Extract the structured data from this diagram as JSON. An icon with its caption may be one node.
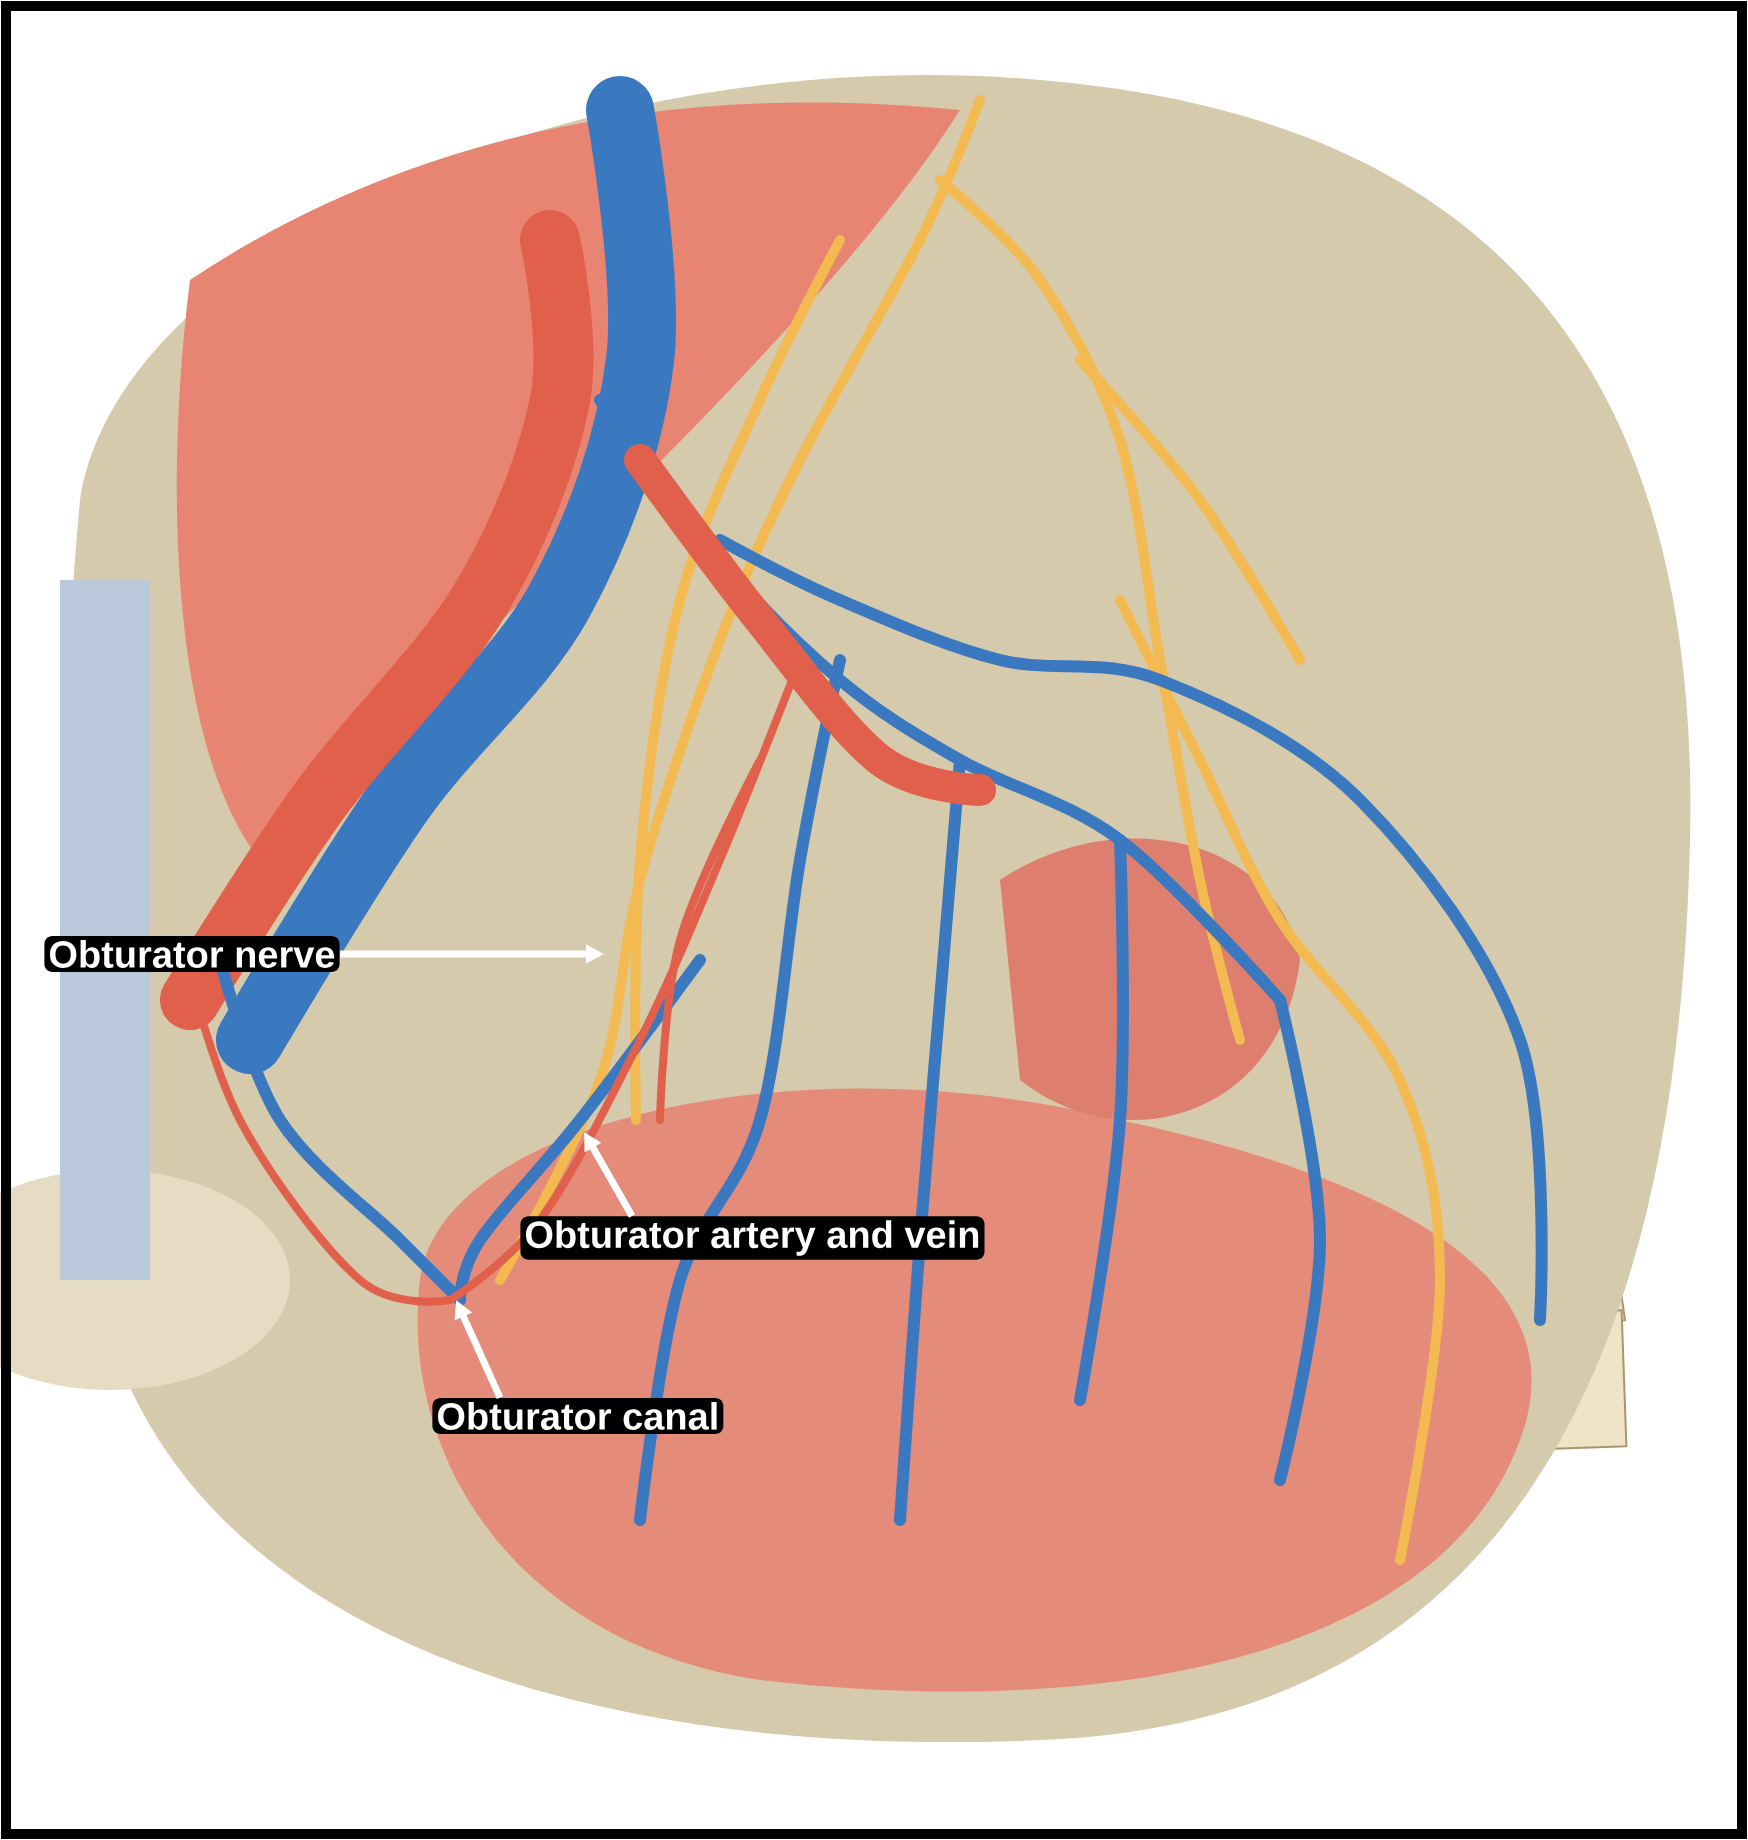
{
  "diagram": {
    "nodes": [
      {
        "text": [
          "Obturator nerve"
        ]
      },
      {
        "text": [
          "Obturator artery and vein"
        ]
      },
      {
        "text": [
          "Obturator canal"
        ]
      }
    ],
    "edges": [
      {
        "from": 0,
        "to": null,
        "arrow": "to"
      },
      {
        "from": 1,
        "to": null,
        "arrow": "to"
      },
      {
        "from": 2,
        "to": null,
        "arrow": "to"
      }
    ]
  }
}
